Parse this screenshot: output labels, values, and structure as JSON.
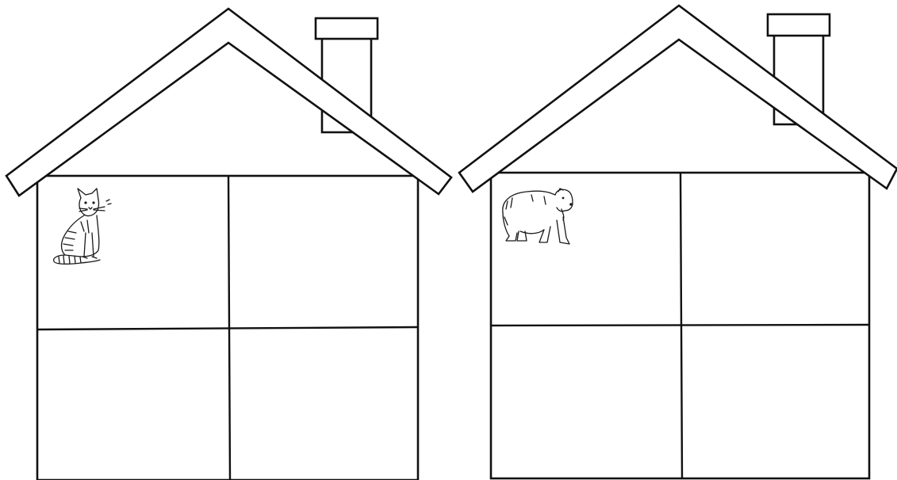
{
  "worksheet": {
    "houses": [
      {
        "name": "house-left",
        "animal_icon": "cat-icon",
        "rooms": 4
      },
      {
        "name": "house-right",
        "animal_icon": "bear-icon",
        "rooms": 4
      }
    ],
    "colors": {
      "line": "#111111",
      "background": "#ffffff"
    }
  }
}
